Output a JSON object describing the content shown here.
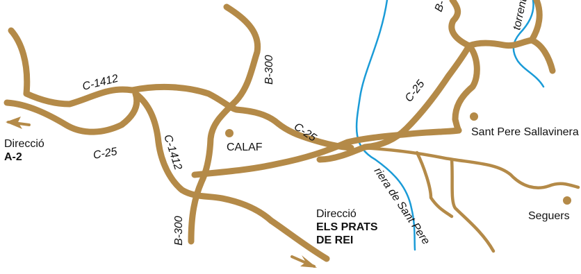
{
  "colors": {
    "road": "#B48A48",
    "river": "#1A9BD7",
    "text": "#111111",
    "background": "#FFFFFF"
  },
  "roads": {
    "c1412_top": "C-1412",
    "c1412_mid": "C-1412",
    "b300_top": "B-300",
    "b300_bottom": "B-300",
    "b300_corner": "B-",
    "c25_left": "C-25",
    "c25_center": "C-25",
    "c25_right": "C-25"
  },
  "rivers": {
    "torrent": "torrent",
    "riera": "riera de Sant Pere"
  },
  "towns": {
    "calaf": "CALAF",
    "sant_pere": "Sant Pere Sallavinera",
    "seguers": "Seguers"
  },
  "directions": {
    "a2": {
      "line1": "Direcció",
      "line2": "A-2"
    },
    "prats": {
      "line1": "Direcció",
      "line2": "ELS PRATS",
      "line3": "DE REI"
    }
  },
  "icons": {
    "direction_arrow": "arrow-icon",
    "town_marker": "dot-icon"
  }
}
